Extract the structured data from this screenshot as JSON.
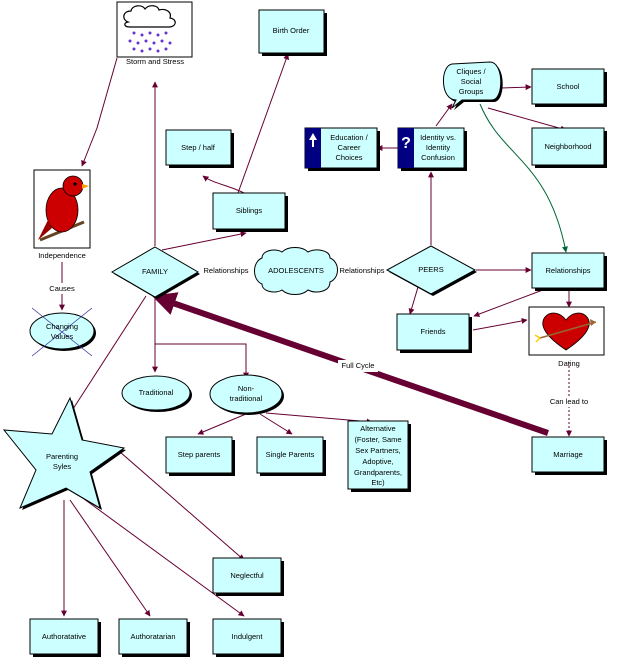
{
  "nodes": {
    "storm": "Storm and Stress",
    "birth_order": "Birth Order",
    "cliques": [
      "Cliques /",
      "Social",
      "Groups"
    ],
    "school": "School",
    "education": [
      "Education /",
      "Career",
      "Choices"
    ],
    "identity": [
      "Identity vs.",
      "Identity",
      "Confusion"
    ],
    "step_half": "Step / half",
    "neighborhood": "Neighborhood",
    "independence": "Independence",
    "siblings": "Siblings",
    "family": "FAMILY",
    "adolescents": "ADOLESCENTS",
    "peers": "PEERS",
    "relationships_right": "Relationships",
    "changing_values": [
      "Changing",
      "Values"
    ],
    "friends": "Friends",
    "dating": "Dating",
    "traditional": "Traditional",
    "non_traditional": [
      "Non-",
      "traditional"
    ],
    "step_parents": "Step parents",
    "single_parents": "Single Parents",
    "alternative": [
      "Alternative",
      "(Foster, Same",
      "Sex Partners,",
      "Adoptive,",
      "Grandparents,",
      "Etc)"
    ],
    "parenting_styles": [
      "Parenting",
      "Syles"
    ],
    "marriage": "Marriage",
    "neglectful": "Neglectful",
    "authoratative": "Authoratative",
    "authoratarian": "Authoratarian",
    "indulgent": "Indulgent"
  },
  "edge_labels": {
    "family_adolescents": "Relationships",
    "adolescents_peers": "Relationships",
    "causes": "Causes",
    "full_cycle": "Full Cycle",
    "can_lead_to": "Can lead to"
  },
  "icons": {
    "education": "up-arrow-icon",
    "identity": "question-mark-icon",
    "storm": "storm-cloud-icon",
    "independence": "red-bird-icon",
    "dating": "heart-with-arrow-icon"
  },
  "colors": {
    "node_fill": "#ccffff",
    "edge": "#660033",
    "thick_edge": "#660033",
    "dark_box": "#000080",
    "heart": "#cc0000",
    "green_edge": "#006633"
  }
}
